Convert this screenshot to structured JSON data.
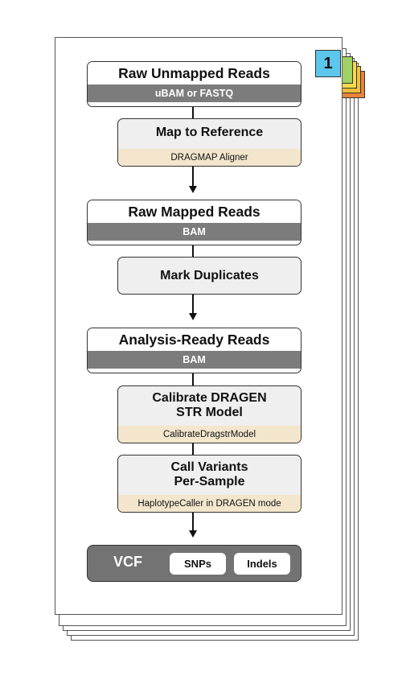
{
  "page_badge": "1",
  "stack_colors": [
    "#ffffff",
    "#ffffff",
    "#ffffff",
    "#ffffff",
    "#ffffff"
  ],
  "tab_colors": [
    "#e8833a",
    "#f2c038",
    "#f4d94a",
    "#9fd164",
    "#5cc6ec"
  ],
  "nodes": {
    "raw_unmapped": {
      "title": "Raw Unmapped Reads",
      "format": "uBAM or FASTQ"
    },
    "map_reference": {
      "title": "Map to Reference",
      "tool": "DRAGMAP Aligner"
    },
    "raw_mapped": {
      "title": "Raw Mapped Reads",
      "format": "BAM"
    },
    "mark_duplicates": {
      "title": "Mark Duplicates"
    },
    "analysis_ready": {
      "title": "Analysis-Ready Reads",
      "format": "BAM"
    },
    "calibrate": {
      "title_line1": "Calibrate DRAGEN",
      "title_line2": "STR Model",
      "tool": "CalibrateDragstrModel"
    },
    "call_variants": {
      "title_line1": "Call Variants",
      "title_line2": "Per-Sample",
      "tool": "HaplotypeCaller in DRAGEN mode"
    }
  },
  "output": {
    "label": "VCF",
    "snps": "SNPs",
    "indels": "Indels"
  }
}
